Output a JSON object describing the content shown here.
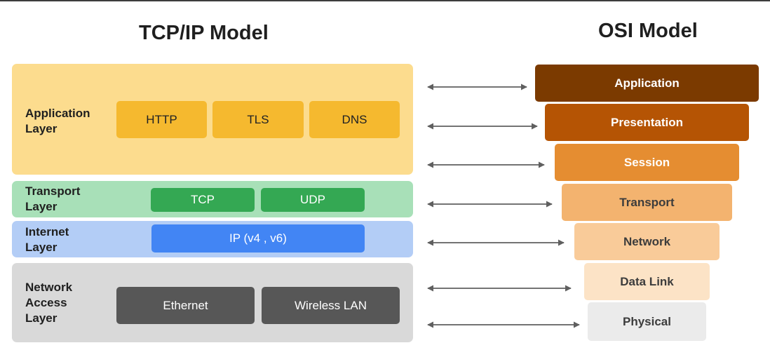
{
  "tcpip": {
    "title": "TCP/IP Model",
    "layers": [
      {
        "label": "Application\nLayer",
        "protocols": [
          "HTTP",
          "TLS",
          "DNS"
        ]
      },
      {
        "label": "Transport\nLayer",
        "protocols": [
          "TCP",
          "UDP"
        ]
      },
      {
        "label": "Internet\nLayer",
        "protocols": [
          "IP (v4 , v6)"
        ]
      },
      {
        "label": "Network\nAccess\nLayer",
        "protocols": [
          "Ethernet",
          "Wireless LAN"
        ]
      }
    ]
  },
  "osi": {
    "title": "OSI Model",
    "layers": [
      "Application",
      "Presentation",
      "Session",
      "Transport",
      "Network",
      "Data Link",
      "Physical"
    ]
  },
  "colors": {
    "application_layer_bg": "#fcdc8e",
    "transport_layer_bg": "#a8e0b8",
    "internet_layer_bg": "#b3cdf6",
    "network_access_layer_bg": "#d9d9d9",
    "osi_gradient": [
      "#7b3a00",
      "#b55404",
      "#e58d31",
      "#f3b36f",
      "#f9cb99",
      "#fce3c6",
      "#ebebeb"
    ],
    "arrow": "#5f5f5f"
  }
}
